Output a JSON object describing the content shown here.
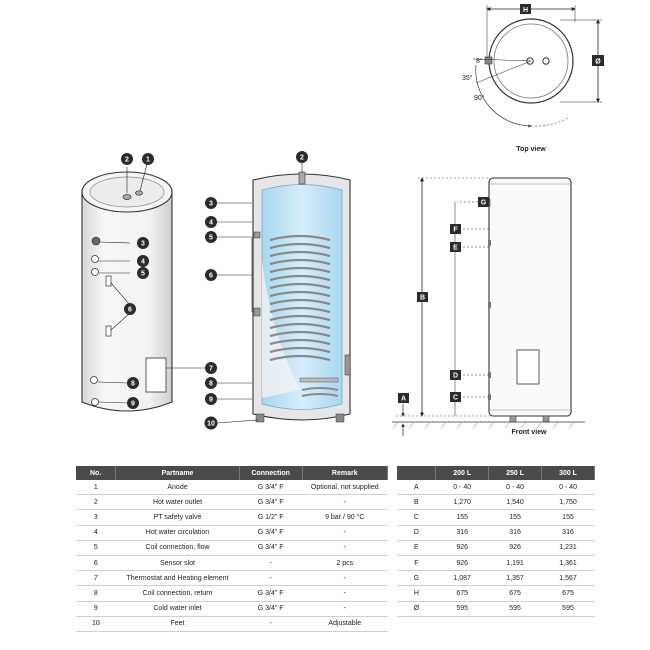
{
  "top_view": {
    "caption": "Top view",
    "dim_h": "H",
    "dim_diameter": "Ø",
    "angle_8": "8°",
    "angle_35": "35°",
    "angle_90": "90°"
  },
  "front_view": {
    "caption": "Front view",
    "letters": [
      "G",
      "F",
      "E",
      "B",
      "D",
      "C",
      "A"
    ]
  },
  "callouts": {
    "left": [
      "2",
      "1",
      "3",
      "4",
      "5",
      "6",
      "7",
      "8",
      "9"
    ],
    "middle": [
      "2",
      "3",
      "4",
      "5",
      "6",
      "7",
      "8",
      "9",
      "10"
    ]
  },
  "parts_table": {
    "headers": [
      "No.",
      "Partname",
      "Connection",
      "Remark"
    ],
    "rows": [
      [
        "1",
        "Anode",
        "G 3/4\" F",
        "Optional, not supplied"
      ],
      [
        "2",
        "Hot water outlet",
        "G 3/4\" F",
        "-"
      ],
      [
        "3",
        "PT safety valve",
        "G 1/2\" F",
        "9 bar / 90 °C"
      ],
      [
        "4",
        "Hot water circulation",
        "G 3/4\" F",
        "-"
      ],
      [
        "5",
        "Coil connection, flow",
        "G 3/4\" F",
        "-"
      ],
      [
        "6",
        "Sensor slot",
        "-",
        "2 pcs"
      ],
      [
        "7",
        "Thermostat and Heating element",
        "-",
        "-"
      ],
      [
        "8",
        "Coil connection, return",
        "G 3/4\" F",
        "-"
      ],
      [
        "9",
        "Cold water inlet",
        "G 3/4\" F",
        "-"
      ],
      [
        "10",
        "Feet",
        "-",
        "Adjustable"
      ]
    ]
  },
  "dims_table": {
    "headers": [
      "",
      "200 L",
      "250 L",
      "300 L"
    ],
    "rows": [
      [
        "A",
        "0 - 40",
        "0 - 40",
        "0 - 40"
      ],
      [
        "B",
        "1,270",
        "1,540",
        "1,750"
      ],
      [
        "C",
        "155",
        "155",
        "155"
      ],
      [
        "D",
        "316",
        "316",
        "316"
      ],
      [
        "E",
        "926",
        "926",
        "1,231"
      ],
      [
        "F",
        "926",
        "1,191",
        "1,361"
      ],
      [
        "G",
        "1,087",
        "1,357",
        "1,567"
      ],
      [
        "H",
        "675",
        "675",
        "675"
      ],
      [
        "Ø",
        "595",
        "595",
        "595"
      ]
    ]
  },
  "colors": {
    "callout": "#2b2b2b",
    "header_bg": "#4a4a4a",
    "water": "#bfe3f5",
    "coil": "#9a9a9a"
  }
}
